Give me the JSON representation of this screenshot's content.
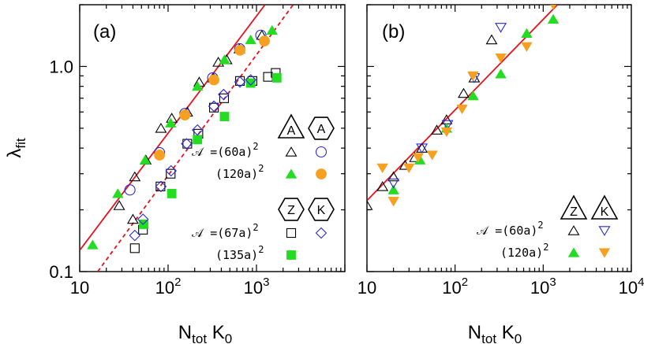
{
  "ylabel_main": "λ",
  "ylabel_sub": "fit",
  "xlabel_main": "N",
  "xlabel_sub": "tot",
  "xlabel_tail": " K",
  "xlabel_tail_sub": "0",
  "colors": {
    "fit": "#e8111b",
    "green": "#22dd22",
    "orange": "#f5a020",
    "blue": "#2a2ad6",
    "black": "#000000"
  },
  "chart_data": [
    {
      "type": "scatter",
      "panel_label": "(a)",
      "xscale": "log",
      "yscale": "log",
      "xlim": [
        10,
        10000
      ],
      "ylim": [
        0.1,
        2.0
      ],
      "x_ticks": [
        {
          "v": 10,
          "base": "10",
          "exp": ""
        },
        {
          "v": 100,
          "base": "10",
          "exp": "2"
        },
        {
          "v": 1000,
          "base": "10",
          "exp": "3"
        }
      ],
      "y_ticks": [
        {
          "v": 0.1,
          "label": "0.1"
        },
        {
          "v": 1.0,
          "label": "1.0"
        }
      ],
      "badges": [
        {
          "shape": "triangle",
          "text": "A"
        },
        {
          "shape": "hexagon",
          "text": "A"
        },
        {
          "shape": "hexagon",
          "text": "Z"
        },
        {
          "shape": "hexagon",
          "text": "K"
        }
      ],
      "legend_rows": [
        {
          "prefix": "𝒜 =",
          "text": "(60a)",
          "exp": "2"
        },
        {
          "prefix": "",
          "text": "(120a)",
          "exp": "2"
        },
        {
          "prefix": "𝒜 =",
          "text": "(67a)",
          "exp": "2"
        },
        {
          "prefix": "",
          "text": "(135a)",
          "exp": "2"
        }
      ],
      "fits": [
        {
          "style": "solid",
          "points": [
            [
              10,
              0.127
            ],
            [
              1250,
              2.0
            ]
          ]
        },
        {
          "style": "dashed",
          "points": [
            [
              16,
              0.1
            ],
            [
              2600,
              2.0
            ]
          ]
        }
      ],
      "series": [
        {
          "name": "(60a)² triangle",
          "marker": "triangle-open",
          "color": "#000000",
          "points": [
            [
              40,
              0.18
            ],
            [
              28,
              0.21
            ],
            [
              42,
              0.29
            ],
            [
              56,
              0.35
            ],
            [
              83,
              0.5
            ],
            [
              110,
              0.56
            ],
            [
              165,
              0.6
            ],
            [
              225,
              0.84
            ],
            [
              325,
              0.88
            ],
            [
              370,
              1.05
            ],
            [
              460,
              1.08
            ],
            [
              640,
              1.22
            ],
            [
              1150,
              1.42
            ]
          ]
        },
        {
          "name": "(120a)² triangle",
          "marker": "triangle-filled",
          "color": "#22dd22",
          "points": [
            [
              14,
              0.135
            ],
            [
              27,
              0.24
            ],
            [
              55,
              0.35
            ],
            [
              107,
              0.53
            ],
            [
              215,
              0.8
            ],
            [
              435,
              1.08
            ],
            [
              860,
              1.35
            ],
            [
              1500,
              1.5
            ]
          ]
        },
        {
          "name": "(60a)² hexagon",
          "marker": "circle-open",
          "color": "#2a2ad6",
          "points": [
            [
              37,
              0.25
            ],
            [
              80,
              0.38
            ],
            [
              155,
              0.59
            ],
            [
              320,
              0.88
            ],
            [
              645,
              1.22
            ],
            [
              1120,
              1.42
            ]
          ]
        },
        {
          "name": "(120a)² hexagon",
          "marker": "circle-filled",
          "color": "#f5a020",
          "points": [
            [
              80,
              0.37
            ],
            [
              155,
              0.58
            ],
            [
              330,
              0.86
            ],
            [
              650,
              1.2
            ],
            [
              1230,
              1.33
            ]
          ]
        },
        {
          "name": "(67a)² Z",
          "marker": "square-open",
          "color": "#000000",
          "points": [
            [
              42,
              0.13
            ],
            [
              52,
              0.16
            ],
            [
              82,
              0.26
            ],
            [
              107,
              0.3
            ],
            [
              165,
              0.42
            ],
            [
              220,
              0.47
            ],
            [
              330,
              0.63
            ],
            [
              430,
              0.7
            ],
            [
              650,
              0.85
            ],
            [
              900,
              0.85
            ],
            [
              1350,
              0.89
            ],
            [
              1650,
              0.93
            ]
          ]
        },
        {
          "name": "(135a)² Z",
          "marker": "square-filled",
          "color": "#22dd22",
          "points": [
            [
              53,
              0.17
            ],
            [
              110,
              0.24
            ],
            [
              215,
              0.44
            ],
            [
              435,
              0.57
            ],
            [
              860,
              0.83
            ],
            [
              1700,
              0.88
            ]
          ]
        },
        {
          "name": "(67a)² K",
          "marker": "diamond-open",
          "color": "#2a2ad6",
          "points": [
            [
              42,
              0.15
            ],
            [
              52,
              0.18
            ],
            [
              83,
              0.26
            ],
            [
              108,
              0.31
            ],
            [
              162,
              0.42
            ],
            [
              215,
              0.49
            ],
            [
              330,
              0.64
            ],
            [
              425,
              0.73
            ],
            [
              650,
              0.84
            ],
            [
              860,
              0.86
            ]
          ]
        }
      ]
    },
    {
      "type": "scatter",
      "panel_label": "(b)",
      "xscale": "log",
      "yscale": "log",
      "xlim": [
        10,
        10000
      ],
      "ylim": [
        0.1,
        2.0
      ],
      "x_ticks": [
        {
          "v": 10,
          "base": "10",
          "exp": ""
        },
        {
          "v": 100,
          "base": "10",
          "exp": "2"
        },
        {
          "v": 1000,
          "base": "10",
          "exp": "3"
        },
        {
          "v": 10000,
          "base": "10",
          "exp": "4"
        }
      ],
      "y_ticks": [],
      "badges": [
        {
          "shape": "triangle",
          "text": "Z"
        },
        {
          "shape": "triangle",
          "text": "K"
        }
      ],
      "legend_rows": [
        {
          "prefix": "𝒜 =",
          "text": "(60a)",
          "exp": "2"
        },
        {
          "prefix": "",
          "text": "(120a)",
          "exp": "2"
        }
      ],
      "fits": [
        {
          "style": "solid",
          "points": [
            [
              10,
              0.222
            ],
            [
              1450,
              2.0
            ]
          ]
        }
      ],
      "series": [
        {
          "name": "(60a)² Z",
          "marker": "triangle-open",
          "color": "#000000",
          "points": [
            [
              10,
              0.21
            ],
            [
              15,
              0.26
            ],
            [
              20,
              0.29
            ],
            [
              27,
              0.33
            ],
            [
              35,
              0.36
            ],
            [
              42,
              0.4
            ],
            [
              62,
              0.49
            ],
            [
              80,
              0.55
            ],
            [
              125,
              0.74
            ],
            [
              165,
              0.88
            ],
            [
              260,
              1.35
            ]
          ]
        },
        {
          "name": "(120a)² Z",
          "marker": "triangle-filled",
          "color": "#22dd22",
          "points": [
            [
              20,
              0.25
            ],
            [
              40,
              0.35
            ],
            [
              80,
              0.5
            ],
            [
              160,
              0.72
            ],
            [
              330,
              0.92
            ],
            [
              650,
              1.45
            ],
            [
              1300,
              1.7
            ]
          ]
        },
        {
          "name": "(60a)² K",
          "marker": "triangledown-open",
          "color": "#2a2ad6",
          "points": [
            [
              20,
              0.27
            ],
            [
              42,
              0.4
            ],
            [
              82,
              0.52
            ],
            [
              165,
              0.88
            ],
            [
              330,
              1.55
            ]
          ]
        },
        {
          "name": "(120a)² K",
          "marker": "triangledown-filled",
          "color": "#f5a020",
          "points": [
            [
              15,
              0.32
            ],
            [
              20,
              0.22
            ],
            [
              30,
              0.32
            ],
            [
              38,
              0.36
            ],
            [
              55,
              0.37
            ],
            [
              80,
              0.48
            ],
            [
              120,
              0.62
            ],
            [
              160,
              0.9
            ],
            [
              330,
              1.1
            ],
            [
              650,
              1.25
            ],
            [
              1300,
              2.0
            ]
          ]
        }
      ]
    }
  ]
}
